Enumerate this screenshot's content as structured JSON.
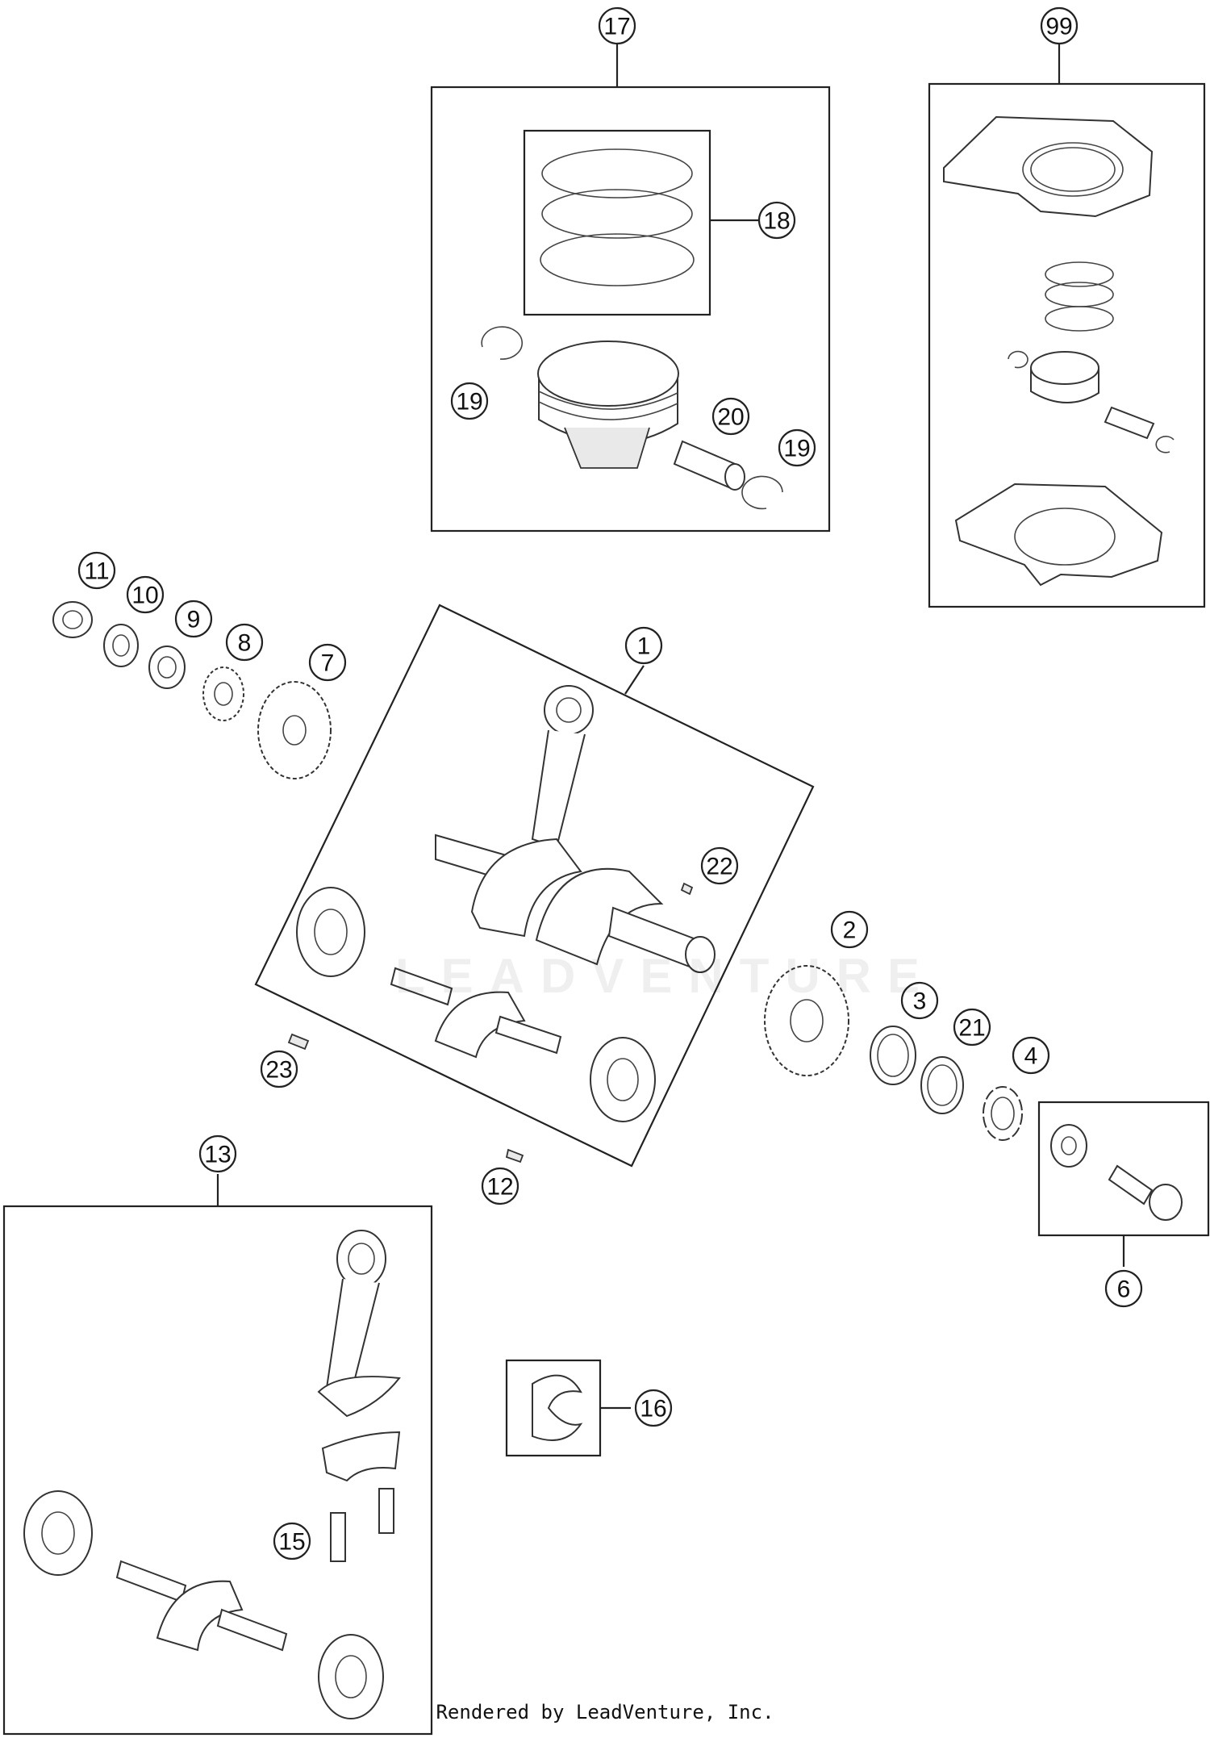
{
  "callouts": {
    "c1": "1",
    "c2": "2",
    "c3": "3",
    "c4": "4",
    "c6": "6",
    "c7": "7",
    "c8": "8",
    "c9": "9",
    "c10": "10",
    "c11": "11",
    "c12": "12",
    "c13": "13",
    "c15": "15",
    "c16": "16",
    "c17": "17",
    "c18": "18",
    "c19a": "19",
    "c19b": "19",
    "c20": "20",
    "c21": "21",
    "c22": "22",
    "c23": "23",
    "c99": "99"
  },
  "watermark": "LEADVENTURE",
  "credit": "Rendered by LeadVenture, Inc."
}
